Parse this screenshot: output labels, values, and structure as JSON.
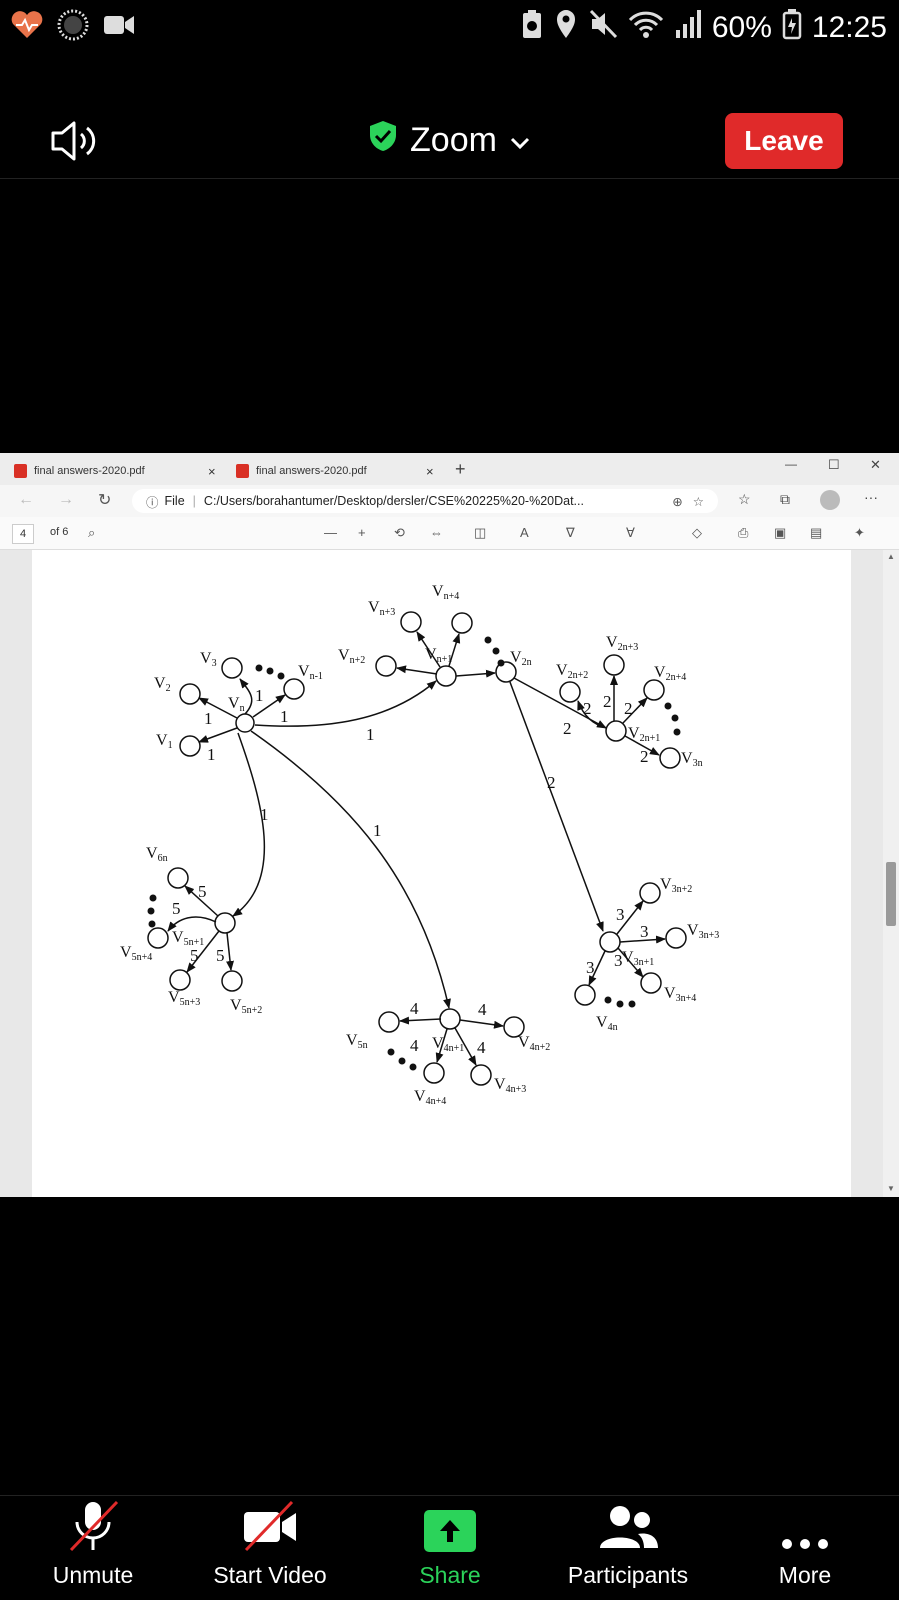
{
  "status_bar": {
    "battery": "60%",
    "time": "12:25"
  },
  "meeting": {
    "title": "Zoom",
    "leave_label": "Leave"
  },
  "browser": {
    "tabs": [
      {
        "label": "final answers-2020.pdf",
        "close": "×"
      },
      {
        "label": "final answers-2020.pdf",
        "close": "×"
      }
    ],
    "new_tab": "+",
    "window_controls": {
      "minimize": "—",
      "maximize": "☐",
      "close": "✕"
    },
    "address": {
      "prefix": "File",
      "url": "C:/Users/borahantumer/Desktop/dersler/CSE%20225%20-%20Dat..."
    },
    "pdf_toolbar": {
      "page": "4",
      "of_pages": "of 6"
    }
  },
  "graph": {
    "nodes": {
      "v1": "V",
      "v1s": "1",
      "v2": "V",
      "v2s": "2",
      "v3": "V",
      "v3s": "3",
      "vn": "V",
      "vns": "n",
      "vn1": "V",
      "vn1s": "n-1",
      "vn2": "V",
      "vn2s": "n+2",
      "vn3": "V",
      "vn3s": "n+3",
      "vn4": "V",
      "vn4s": "n+4",
      "vnp1": "V",
      "vnp1s": "n+1",
      "v2n": "V",
      "v2ns": "2n",
      "v2n2": "V",
      "v2n2s": "2n+2",
      "v2n3": "V",
      "v2n3s": "2n+3",
      "v2n4": "V",
      "v2n4s": "2n+4",
      "v2n1": "V",
      "v2n1s": "2n+1",
      "v3n": "V",
      "v3ns": "3n",
      "v3n2": "V",
      "v3n2s": "3n+2",
      "v3n3": "V",
      "v3n3s": "3n+3",
      "v3n1": "V",
      "v3n1s": "3n+1",
      "v3n4": "V",
      "v3n4s": "3n+4",
      "v4n": "V",
      "v4ns": "4n",
      "v4n2": "V",
      "v4n2s": "4n+2",
      "v4n1": "V",
      "v4n1s": "4n+1",
      "v4n3": "V",
      "v4n3s": "4n+3",
      "v4n4": "V",
      "v4n4s": "4n+4",
      "v5n": "V",
      "v5ns": "5n",
      "v6n": "V",
      "v6ns": "6n",
      "v5n1": "V",
      "v5n1s": "5n+1",
      "v5n4": "V",
      "v5n4s": "5n+4",
      "v5n3": "V",
      "v5n3s": "5n+3",
      "v5n2": "V",
      "v5n2s": "5n+2"
    },
    "weights": {
      "w1": "1",
      "w2": "2",
      "w3": "3",
      "w4": "4",
      "w5": "5"
    }
  },
  "bottom_bar": {
    "unmute": "Unmute",
    "start_video": "Start Video",
    "share": "Share",
    "participants": "Participants",
    "more": "More"
  },
  "colors": {
    "leave": "#e02a2a",
    "share": "#2bd35a",
    "shield": "#2bd35a"
  }
}
